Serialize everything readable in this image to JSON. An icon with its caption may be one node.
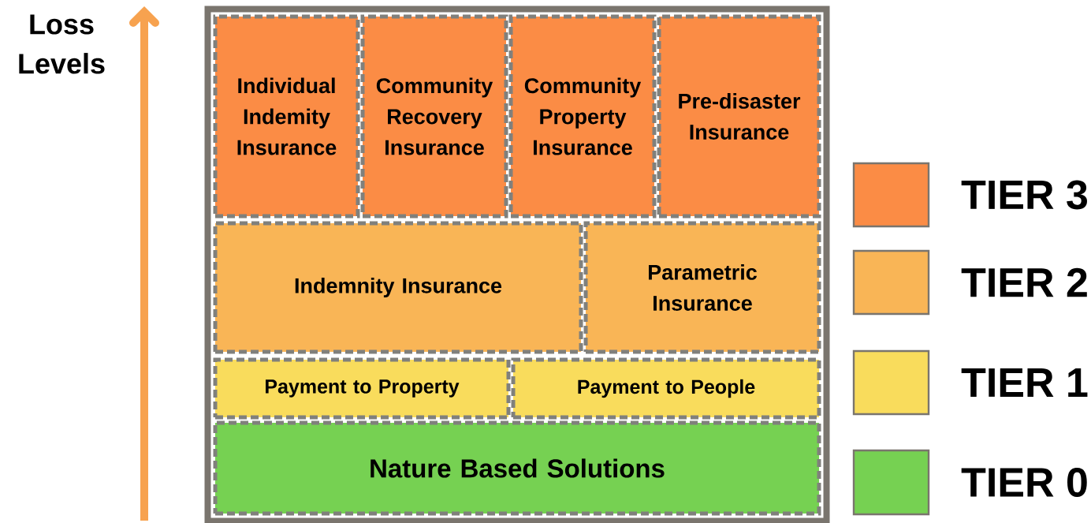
{
  "diagram": {
    "nodes": [
      {
        "text": [],
        "shape": "box"
      },
      {
        "text": [
          "Individual Indemity Insurance"
        ],
        "in": 0
      },
      {
        "text": [
          "Community Recovery Insurance"
        ],
        "in": 0
      },
      {
        "text": [
          "Community Property Insurance"
        ],
        "in": 0
      },
      {
        "text": [
          "Pre-disaster Insurance"
        ],
        "in": 0
      },
      {
        "text": [
          "Indemnity Insurance"
        ],
        "in": 0
      },
      {
        "text": [
          "Parametric Insurance"
        ],
        "in": 0
      },
      {
        "text": [
          "Payment to Property"
        ],
        "in": 0
      },
      {
        "text": [
          "Payment to People"
        ],
        "in": 0
      },
      {
        "text": [
          "Nature Based Solutions"
        ],
        "in": 0
      }
    ],
    "labels": [
      "Loss Levels"
    ],
    "legend": [
      {
        "text": "TIER 3",
        "color": "#fb8c45"
      },
      {
        "text": "TIER 2",
        "color": "#f9b556"
      },
      {
        "text": "TIER 1",
        "color": "#f9dc5c"
      },
      {
        "text": "TIER 0",
        "color": "#76d152"
      }
    ]
  }
}
